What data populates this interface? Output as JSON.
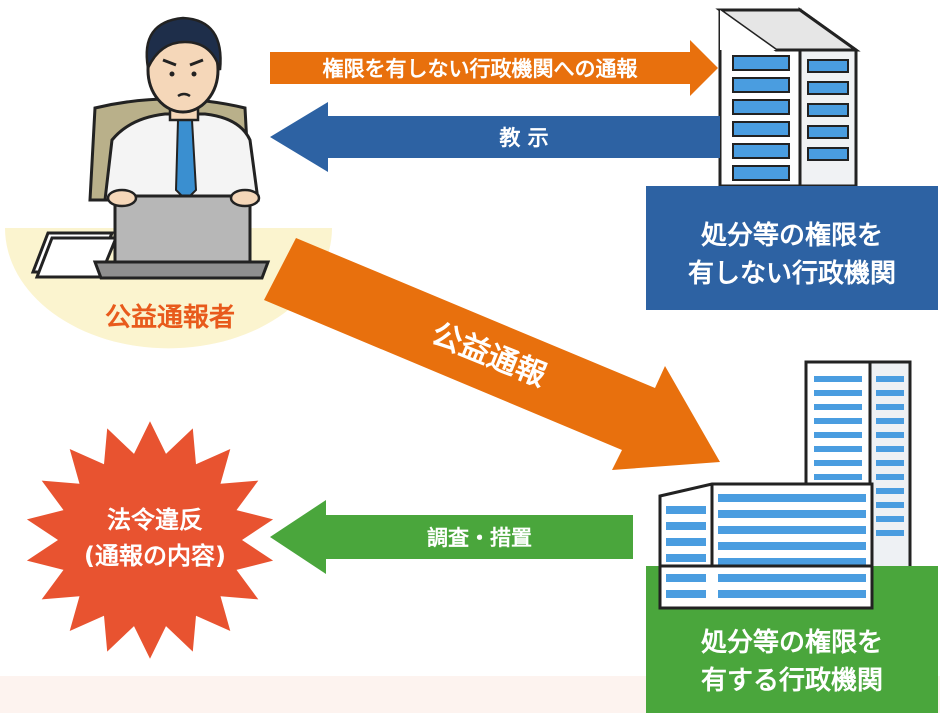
{
  "colors": {
    "orange": "#e8700d",
    "blue": "#2d62a3",
    "green": "#4aa63c",
    "red_burst": "#e85330",
    "reporter_red": "#e85a1c",
    "cream": "#fbf4cf"
  },
  "reporter": {
    "label": "公益通報者"
  },
  "arrows": {
    "notify_unauthorized": "権限を有しない行政機関への通報",
    "instruction": "教 示",
    "public_report": "公益通報",
    "investigation": "調査・措置"
  },
  "agency_without_authority": {
    "line1": "処分等の権限を",
    "line2": "有しない行政機関"
  },
  "agency_with_authority": {
    "line1": "処分等の権限を",
    "line2": "有する行政機関"
  },
  "violation": {
    "line1": "法令違反",
    "line2": "(通報の内容)"
  }
}
